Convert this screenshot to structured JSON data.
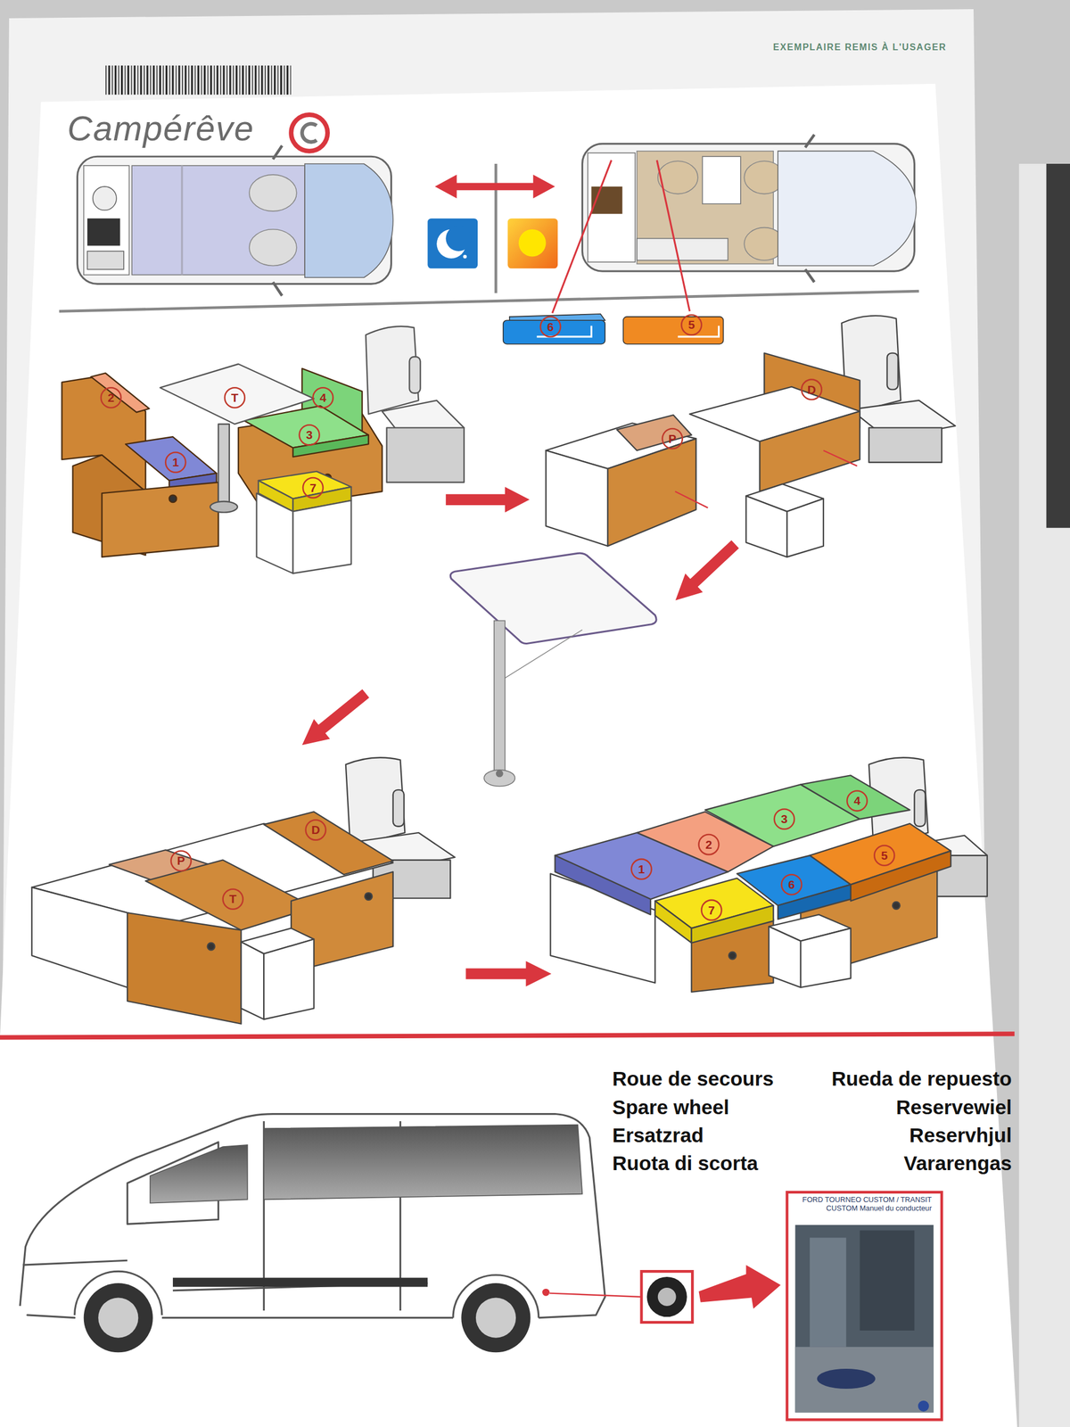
{
  "diagram": {
    "title": "Campérêve",
    "labels": [
      "EXEMPLAIRE REMIS À L'USAGER",
      "6",
      "5",
      "2",
      "T",
      "4",
      "3",
      "1",
      "7",
      "P",
      "D",
      "D",
      "P",
      "T",
      "4",
      "3",
      "2",
      "5",
      "1",
      "6",
      "7",
      "Roue de secours",
      "Rueda de repuesto",
      "Spare wheel",
      "Reservewiel",
      "Ersatzrad",
      "Reservhjul",
      "Ruota di scorta",
      "Vararengas",
      "FORD TOURNEO CUSTOM / TRANSIT CUSTOM Manuel du conducteur"
    ]
  }
}
